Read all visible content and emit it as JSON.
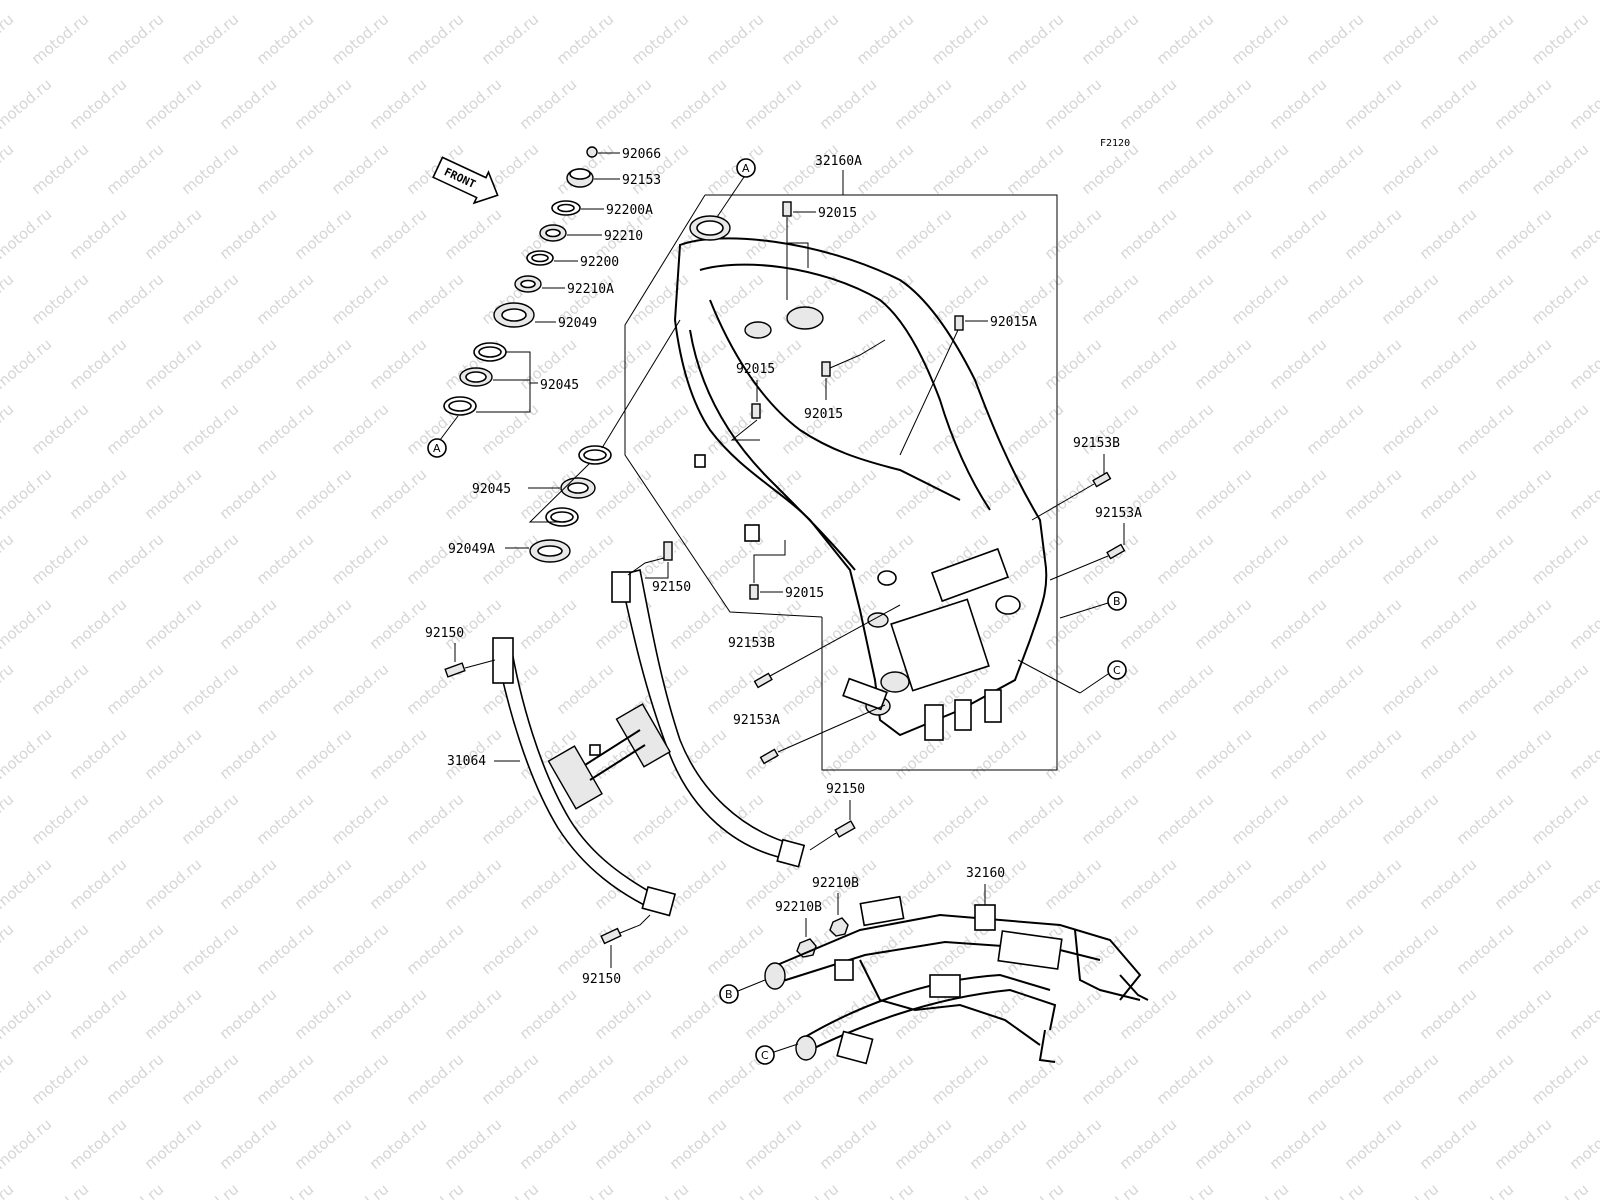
{
  "watermark": "motod.ru",
  "diagram_code": "F2120",
  "front_label": "FRONT",
  "labels": {
    "p92066": "92066",
    "p92153": "92153",
    "p92200A": "92200A",
    "p92210": "92210",
    "p92200": "92200",
    "p92210A": "92210A",
    "p92049": "92049",
    "p92045_top": "92045",
    "p92045_bot": "92045",
    "p92049A": "92049A",
    "p32160A": "32160A",
    "p92015_a": "92015",
    "p92015A": "92015A",
    "p92015_b": "92015",
    "p92015_c": "92015",
    "p92015_d": "92015",
    "p92153B_r": "92153B",
    "p92153A_r": "92153A",
    "p92153B_l": "92153B",
    "p92153A_l": "92153A",
    "p92150_a": "92150",
    "p92150_b": "92150",
    "p92150_c": "92150",
    "p92150_d": "92150",
    "p31064": "31064",
    "p92210B_a": "92210B",
    "p92210B_b": "92210B",
    "p32160": "32160"
  },
  "callouts": {
    "a_top": "A",
    "a_left": "A",
    "b_right": "B",
    "b_bottom": "B",
    "c_right": "C",
    "c_bottom": "C"
  }
}
